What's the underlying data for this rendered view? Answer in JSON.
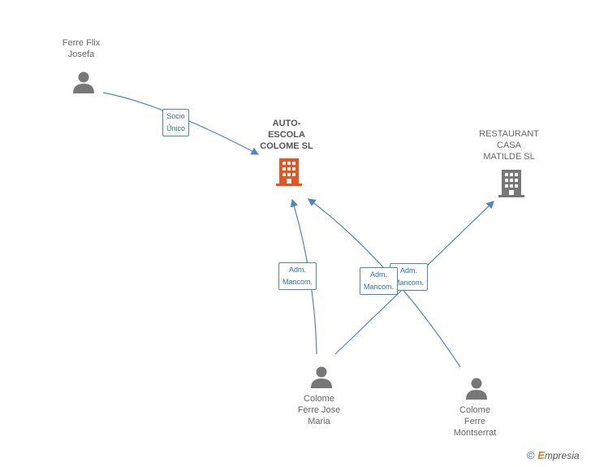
{
  "nodes": {
    "ferre_flix": [
      "Ferre Flix",
      "Josefa"
    ],
    "autoescola": [
      "AUTO-",
      "ESCOLA",
      "COLOME SL"
    ],
    "restaurant": [
      "RESTAURANT",
      "CASA",
      "MATILDE SL"
    ],
    "colome_jose": [
      "Colome",
      "Ferre Jose",
      "Maria"
    ],
    "colome_montserrat": [
      "Colome",
      "Ferre",
      "Montserrat"
    ]
  },
  "relations": {
    "socio_unico": [
      "Socio",
      "Único"
    ],
    "adm_mancom_1": [
      "Adm.",
      "Mancom."
    ],
    "adm_mancom_2": [
      "Adm.",
      "Mancom."
    ],
    "adm_mancom_3": [
      "Adm.",
      "Mancom."
    ]
  },
  "footer": {
    "copyright": "©",
    "brand_e": "E",
    "brand_rest": "mpresia"
  },
  "colors": {
    "edge": "#4a86c5",
    "person": "#777777",
    "focus_company": "#e8531f",
    "company": "#777777"
  }
}
